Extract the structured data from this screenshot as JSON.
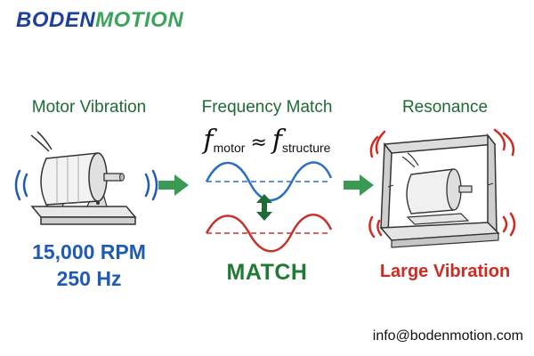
{
  "logo": {
    "part1": "BODEN",
    "part2": "MOTION"
  },
  "columns": {
    "left": {
      "title": "Motor Vibration",
      "rpm": "15,000 RPM",
      "hz": "250 Hz"
    },
    "middle": {
      "title": "Frequency Match",
      "formula": {
        "f": "f",
        "sub_motor": "motor",
        "approx": "≈",
        "sub_structure": "structure"
      },
      "label": "MATCH"
    },
    "right": {
      "title": "Resonance",
      "label": "Large Vibration"
    }
  },
  "contact": "info@bodenmotion.com",
  "colors": {
    "green_title": "#1e6b35",
    "blue": "#1f5ab4",
    "red": "#d02b23",
    "arrow_green": "#3a9a55"
  }
}
